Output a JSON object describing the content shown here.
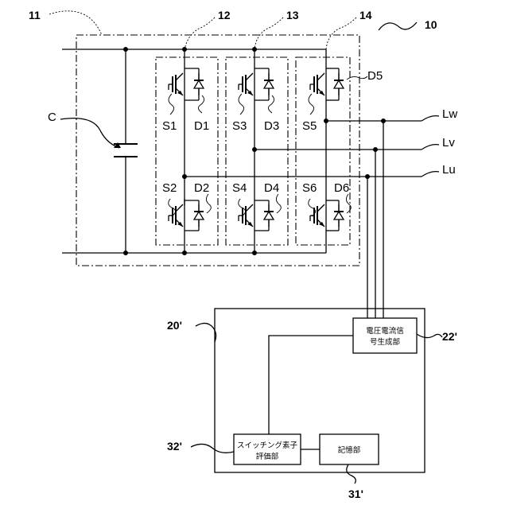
{
  "references": {
    "inverter": "10",
    "power_module": "11",
    "leg_w": "12",
    "leg_v": "13",
    "leg_u": "14",
    "capacitor": "C",
    "controller": "20'",
    "signal_block_ref": "22'",
    "eval_block_ref": "32'",
    "memory_block_ref": "31'"
  },
  "lines": {
    "w": "Lw",
    "v": "Lv",
    "u": "Lu"
  },
  "switches": [
    "S1",
    "S2",
    "S3",
    "S4",
    "S5",
    "S6"
  ],
  "diodes": [
    "D1",
    "D2",
    "D3",
    "D4",
    "D5",
    "D6"
  ],
  "blocks": {
    "signal": {
      "line1": "電圧電流信",
      "line2": "号生成部"
    },
    "evaluation": {
      "line1": "スイッチング素子",
      "line2": "評価部"
    },
    "memory": {
      "label": "記憶部"
    }
  }
}
